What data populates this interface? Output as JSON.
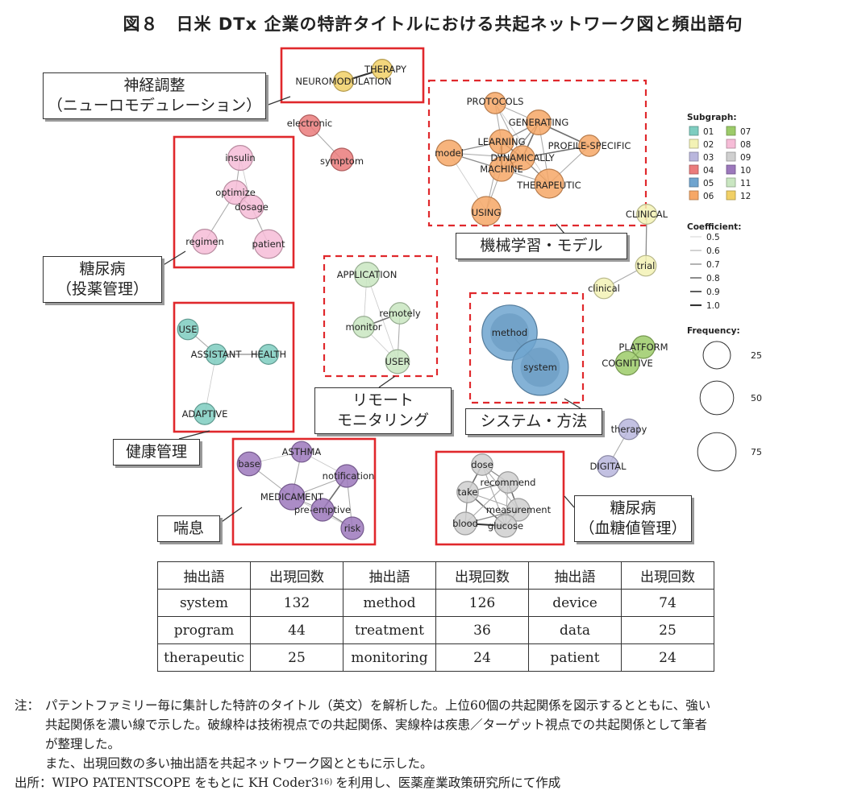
{
  "title": "図８　日米 DTx 企業の特許タイトルにおける共起ネットワーク図と頻出語句",
  "legend": {
    "subgraph_title": "Subgraph:",
    "subgraphs": [
      {
        "id": "01",
        "color": "#7ecdc0"
      },
      {
        "id": "02",
        "color": "#f3f2b5"
      },
      {
        "id": "03",
        "color": "#b9b6dd"
      },
      {
        "id": "04",
        "color": "#ea7b7b"
      },
      {
        "id": "05",
        "color": "#6fa4cf"
      },
      {
        "id": "06",
        "color": "#f6a766"
      },
      {
        "id": "07",
        "color": "#9ccb69"
      },
      {
        "id": "08",
        "color": "#f6bcd7"
      },
      {
        "id": "09",
        "color": "#cfcfcf"
      },
      {
        "id": "10",
        "color": "#9c78bc"
      },
      {
        "id": "11",
        "color": "#c9e6c1"
      },
      {
        "id": "12",
        "color": "#f1d066"
      }
    ],
    "coefficient_title": "Coefficient:",
    "coefficients": [
      "0.5",
      "0.6",
      "0.7",
      "0.8",
      "0.9",
      "1.0"
    ],
    "frequency_title": "Frequency:",
    "frequencies": [
      25,
      50,
      75
    ]
  },
  "nodes": [
    {
      "label": "THERAPY",
      "sg": "12",
      "freq": 8
    },
    {
      "label": "NEUROMODULATION",
      "sg": "12",
      "freq": 8
    },
    {
      "label": "electronic",
      "sg": "04",
      "freq": 10
    },
    {
      "label": "symptom",
      "sg": "04",
      "freq": 12
    },
    {
      "label": "insulin",
      "sg": "08",
      "freq": 16
    },
    {
      "label": "optimize",
      "sg": "08",
      "freq": 14
    },
    {
      "label": "dosage",
      "sg": "08",
      "freq": 14
    },
    {
      "label": "regimen",
      "sg": "08",
      "freq": 16
    },
    {
      "label": "patient",
      "sg": "08",
      "freq": 24
    },
    {
      "label": "USE",
      "sg": "01",
      "freq": 9
    },
    {
      "label": "ASSISTANT",
      "sg": "01",
      "freq": 9
    },
    {
      "label": "HEALTH",
      "sg": "01",
      "freq": 8
    },
    {
      "label": "ADAPTIVE",
      "sg": "01",
      "freq": 10
    },
    {
      "label": "PROTOCOLS",
      "sg": "06",
      "freq": 10
    },
    {
      "label": "GENERATING",
      "sg": "06",
      "freq": 16
    },
    {
      "label": "PROFILE-SPECIFIC",
      "sg": "06",
      "freq": 10
    },
    {
      "label": "model",
      "sg": "06",
      "freq": 18
    },
    {
      "label": "LEARNING",
      "sg": "06",
      "freq": 15
    },
    {
      "label": "DYNAMICALLY",
      "sg": "06",
      "freq": 15
    },
    {
      "label": "MACHINE",
      "sg": "06",
      "freq": 15
    },
    {
      "label": "THERAPEUTIC",
      "sg": "06",
      "freq": 25
    },
    {
      "label": "USING",
      "sg": "06",
      "freq": 25
    },
    {
      "label": "CLINICAL",
      "sg": "02",
      "freq": 8
    },
    {
      "label": "trial",
      "sg": "02",
      "freq": 9
    },
    {
      "label": "clinical",
      "sg": "02",
      "freq": 9
    },
    {
      "label": "APPLICATION",
      "sg": "11",
      "freq": 16
    },
    {
      "label": "remotely",
      "sg": "11",
      "freq": 10
    },
    {
      "label": "monitor",
      "sg": "11",
      "freq": 10
    },
    {
      "label": "USER",
      "sg": "11",
      "freq": 14
    },
    {
      "label": "method",
      "sg": "05",
      "freq": 126
    },
    {
      "label": "system",
      "sg": "05",
      "freq": 132
    },
    {
      "label": "PLATFORM",
      "sg": "07",
      "freq": 12
    },
    {
      "label": "COGNITIVE",
      "sg": "07",
      "freq": 14
    },
    {
      "label": "therapy",
      "sg": "03",
      "freq": 9
    },
    {
      "label": "DIGITAL",
      "sg": "03",
      "freq": 10
    },
    {
      "label": "ASTHMA",
      "sg": "10",
      "freq": 9
    },
    {
      "label": "base",
      "sg": "10",
      "freq": 14
    },
    {
      "label": "notification",
      "sg": "10",
      "freq": 12
    },
    {
      "label": "MEDICAMENT",
      "sg": "10",
      "freq": 18
    },
    {
      "label": "pre-emptive",
      "sg": "10",
      "freq": 12
    },
    {
      "label": "risk",
      "sg": "10",
      "freq": 12
    },
    {
      "label": "dose",
      "sg": "09",
      "freq": 10
    },
    {
      "label": "recommend",
      "sg": "09",
      "freq": 10
    },
    {
      "label": "take",
      "sg": "09",
      "freq": 10
    },
    {
      "label": "measurement",
      "sg": "09",
      "freq": 12
    },
    {
      "label": "blood",
      "sg": "09",
      "freq": 12
    },
    {
      "label": "glucose",
      "sg": "09",
      "freq": 12
    }
  ],
  "edges": [
    {
      "s": "THERAPY",
      "t": "NEUROMODULATION",
      "c": 1.0
    },
    {
      "s": "electronic",
      "t": "symptom",
      "c": 0.6
    },
    {
      "s": "insulin",
      "t": "optimize",
      "c": 0.6
    },
    {
      "s": "optimize",
      "t": "dosage",
      "c": 0.7
    },
    {
      "s": "dosage",
      "t": "patient",
      "c": 0.6
    },
    {
      "s": "optimize",
      "t": "regimen",
      "c": 0.6
    },
    {
      "s": "insulin",
      "t": "dosage",
      "c": 0.5
    },
    {
      "s": "USE",
      "t": "ASSISTANT",
      "c": 0.6
    },
    {
      "s": "ASSISTANT",
      "t": "HEALTH",
      "c": 0.7
    },
    {
      "s": "ASSISTANT",
      "t": "ADAPTIVE",
      "c": 0.5
    },
    {
      "s": "PROTOCOLS",
      "t": "GENERATING",
      "c": 0.6
    },
    {
      "s": "PROTOCOLS",
      "t": "LEARNING",
      "c": 0.6
    },
    {
      "s": "PROTOCOLS",
      "t": "DYNAMICALLY",
      "c": 0.6
    },
    {
      "s": "PROTOCOLS",
      "t": "THERAPEUTIC",
      "c": 0.5
    },
    {
      "s": "GENERATING",
      "t": "PROFILE-SPECIFIC",
      "c": 0.8
    },
    {
      "s": "GENERATING",
      "t": "LEARNING",
      "c": 0.7
    },
    {
      "s": "GENERATING",
      "t": "DYNAMICALLY",
      "c": 0.8
    },
    {
      "s": "GENERATING",
      "t": "MACHINE",
      "c": 0.7
    },
    {
      "s": "GENERATING",
      "t": "THERAPEUTIC",
      "c": 0.6
    },
    {
      "s": "DYNAMICALLY",
      "t": "PROFILE-SPECIFIC",
      "c": 0.8
    },
    {
      "s": "THERAPEUTIC",
      "t": "PROFILE-SPECIFIC",
      "c": 0.6
    },
    {
      "s": "model",
      "t": "LEARNING",
      "c": 0.7
    },
    {
      "s": "model",
      "t": "MACHINE",
      "c": 0.7
    },
    {
      "s": "model",
      "t": "DYNAMICALLY",
      "c": 0.6
    },
    {
      "s": "model",
      "t": "USING",
      "c": 0.5
    },
    {
      "s": "LEARNING",
      "t": "MACHINE",
      "c": 1.0
    },
    {
      "s": "LEARNING",
      "t": "DYNAMICALLY",
      "c": 0.8
    },
    {
      "s": "MACHINE",
      "t": "DYNAMICALLY",
      "c": 0.8
    },
    {
      "s": "MACHINE",
      "t": "THERAPEUTIC",
      "c": 0.6
    },
    {
      "s": "DYNAMICALLY",
      "t": "THERAPEUTIC",
      "c": 0.7
    },
    {
      "s": "LEARNING",
      "t": "USING",
      "c": 0.6
    },
    {
      "s": "MACHINE",
      "t": "USING",
      "c": 0.6
    },
    {
      "s": "CLINICAL",
      "t": "trial",
      "c": 0.7
    },
    {
      "s": "trial",
      "t": "clinical",
      "c": 0.6
    },
    {
      "s": "APPLICATION",
      "t": "monitor",
      "c": 0.5
    },
    {
      "s": "APPLICATION",
      "t": "USER",
      "c": 0.5
    },
    {
      "s": "monitor",
      "t": "remotely",
      "c": 0.8
    },
    {
      "s": "remotely",
      "t": "USER",
      "c": 0.6
    },
    {
      "s": "monitor",
      "t": "USER",
      "c": 0.5
    },
    {
      "s": "method",
      "t": "system",
      "c": 0.6
    },
    {
      "s": "PLATFORM",
      "t": "COGNITIVE",
      "c": 0.8
    },
    {
      "s": "therapy",
      "t": "DIGITAL",
      "c": 0.6
    },
    {
      "s": "base",
      "t": "ASTHMA",
      "c": 0.5
    },
    {
      "s": "base",
      "t": "MEDICAMENT",
      "c": 0.6
    },
    {
      "s": "ASTHMA",
      "t": "MEDICAMENT",
      "c": 0.6
    },
    {
      "s": "ASTHMA",
      "t": "notification",
      "c": 0.5
    },
    {
      "s": "MEDICAMENT",
      "t": "notification",
      "c": 0.6
    },
    {
      "s": "MEDICAMENT",
      "t": "pre-emptive",
      "c": 0.6
    },
    {
      "s": "notification",
      "t": "pre-emptive",
      "c": 0.8
    },
    {
      "s": "notification",
      "t": "risk",
      "c": 0.6
    },
    {
      "s": "pre-emptive",
      "t": "risk",
      "c": 0.7
    },
    {
      "s": "MEDICAMENT",
      "t": "risk",
      "c": 0.5
    },
    {
      "s": "dose",
      "t": "recommend",
      "c": 0.7
    },
    {
      "s": "dose",
      "t": "take",
      "c": 0.8
    },
    {
      "s": "dose",
      "t": "measurement",
      "c": 0.6
    },
    {
      "s": "dose",
      "t": "glucose",
      "c": 0.6
    },
    {
      "s": "take",
      "t": "recommend",
      "c": 0.7
    },
    {
      "s": "take",
      "t": "measurement",
      "c": 0.6
    },
    {
      "s": "take",
      "t": "blood",
      "c": 0.7
    },
    {
      "s": "take",
      "t": "glucose",
      "c": 0.8
    },
    {
      "s": "recommend",
      "t": "measurement",
      "c": 0.8
    },
    {
      "s": "recommend",
      "t": "blood",
      "c": 0.6
    },
    {
      "s": "recommend",
      "t": "glucose",
      "c": 0.6
    },
    {
      "s": "measurement",
      "t": "blood",
      "c": 0.7
    },
    {
      "s": "measurement",
      "t": "glucose",
      "c": 0.8
    },
    {
      "s": "blood",
      "t": "glucose",
      "c": 1.0
    }
  ],
  "callouts": {
    "neuromodulation": [
      "神経調整",
      "（ニューロモデュレーション）"
    ],
    "diabetes_drug": [
      "糖尿病",
      "（投薬管理）"
    ],
    "health_mgmt": [
      "健康管理"
    ],
    "asthma": [
      "喘息"
    ],
    "remote_monitoring": [
      "リモート",
      "モニタリング"
    ],
    "machine_learning": [
      "機械学習・モデル"
    ],
    "system_method": [
      "システム・方法"
    ],
    "diabetes_glucose": [
      "糖尿病",
      "（血糖値管理）"
    ]
  },
  "table": {
    "headers": [
      "抽出語",
      "出現回数",
      "抽出語",
      "出現回数",
      "抽出語",
      "出現回数"
    ],
    "rows": [
      [
        "system",
        "132",
        "method",
        "126",
        "device",
        "74"
      ],
      [
        "program",
        "44",
        "treatment",
        "36",
        "data",
        "25"
      ],
      [
        "therapeutic",
        "25",
        "monitoring",
        "24",
        "patient",
        "24"
      ]
    ]
  },
  "notes": {
    "note_prefix": "注：",
    "note_line1": "パテントファミリー毎に集計した特許のタイトル（英文）を解析した。上位60個の共起関係を図示するとともに、強い",
    "note_line2": "共起関係を濃い線で示した。破線枠は技術視点での共起関係、実線枠は疾患／ターゲット視点での共起関係として筆者",
    "note_line3": "が整理した。",
    "note_line4": "また、出現回数の多い抽出語を共起ネットワーク図とともに示した。",
    "source_prefix": "出所：",
    "source_text": "WIPO PATENTSCOPE をもとに KH Coder3",
    "source_ref": "16)",
    "source_suffix": "を利用し、医薬産業政策研究所にて作成"
  }
}
